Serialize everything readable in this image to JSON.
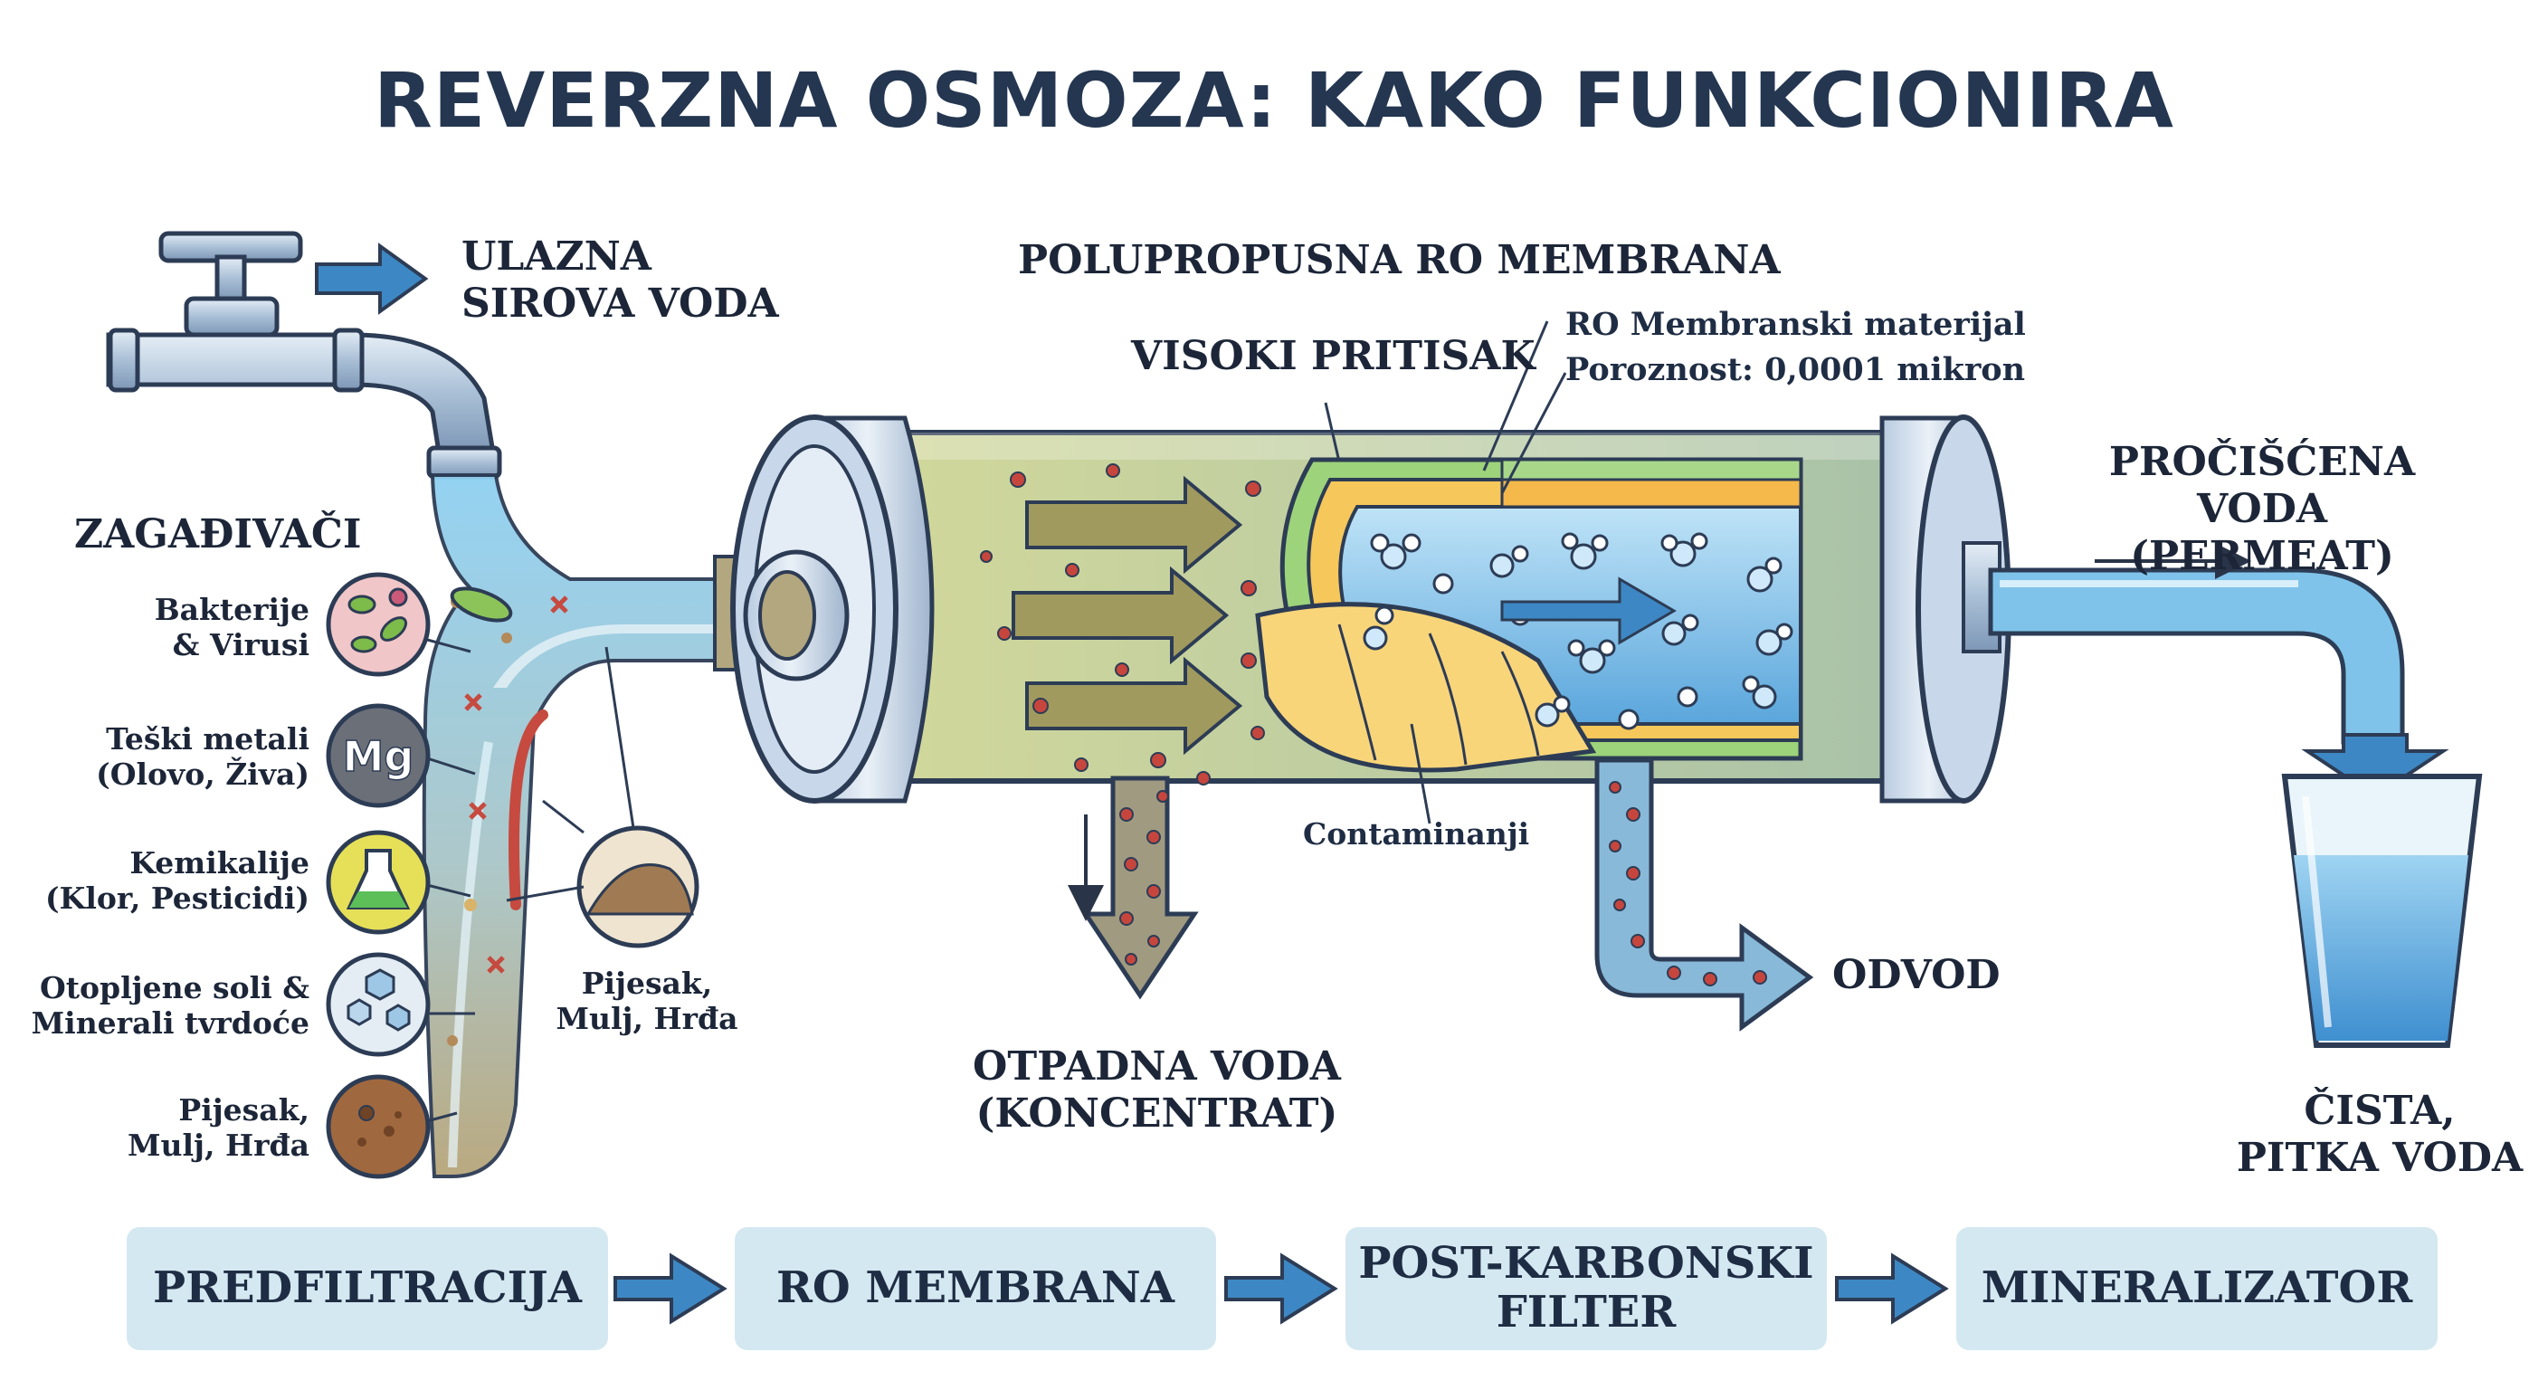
{
  "title": "REVERZNA OSMOZA: KAKO FUNKCIONIRA",
  "labels": {
    "inlet_line1": "ULAZNA",
    "inlet_line2": "SIROVA VODA",
    "membrane_header": "POLUPROPUSNA RO MEMBRANA",
    "membrane_material": "RO Membranski materijal",
    "porosity": "Poroznost: 0,0001 mikron",
    "high_pressure": "VISOKI PRITISAK",
    "contaminants_label": "Contaminanji",
    "drain": "ODVOD",
    "waste_line1": "OTPADNA VODA",
    "waste_line2": "(KONCENTRAT)",
    "purified_line1": "PROČIŠĆENA VODA",
    "purified_line2": "(PERMEAT)",
    "clean_line1": "ČISTA,",
    "clean_line2": "PITKA VODA"
  },
  "contaminants": {
    "header": "ZAGAĐIVAČI",
    "items": [
      {
        "line1": "Bakterije",
        "line2": "& Virusi"
      },
      {
        "line1": "Teški metali",
        "line2": "(Olovo, Živa)",
        "badge": "Mg"
      },
      {
        "line1": "Kemikalije",
        "line2": "(Klor, Pesticidi)"
      },
      {
        "line1": "Otopljene soli &",
        "line2": "Minerali tvrdoće"
      },
      {
        "line1": "Pijesak,",
        "line2": "Mulj, Hrđa"
      }
    ],
    "side_item": {
      "line1": "Pijesak,",
      "line2": "Mulj, Hrđa"
    }
  },
  "stages": [
    {
      "line1": "PREDFILTRACIJA",
      "line2": ""
    },
    {
      "line1": "RO MEMBRANA",
      "line2": ""
    },
    {
      "line1": "POST-KARBONSKI",
      "line2": "FILTER"
    },
    {
      "line1": "MINERALIZATOR",
      "line2": ""
    }
  ],
  "colors": {
    "title": "#243650",
    "water": "#6fb8e6",
    "arrow": "#3d88c4",
    "stage_box": "#d4e8f1",
    "membrane_yellow": "#f6c75a",
    "dirty_water": "#b9c58a",
    "contaminant_dot": "#c6463e"
  }
}
